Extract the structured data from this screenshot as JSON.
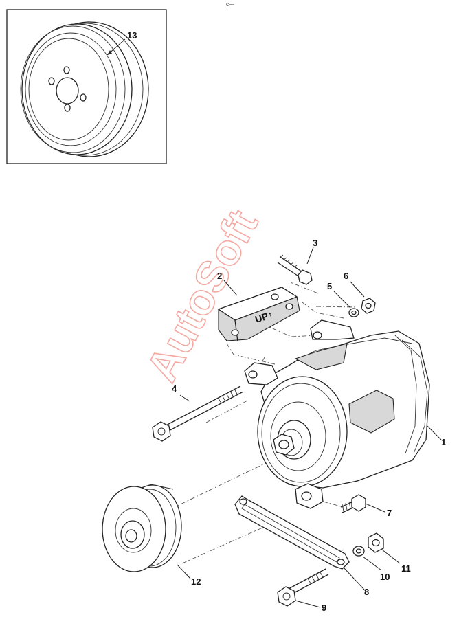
{
  "top_mark": "c—",
  "watermark": "AutoSoft",
  "bracket_mark": "UP↑",
  "callouts": [
    {
      "id": "1",
      "label": "1"
    },
    {
      "id": "2",
      "label": "2"
    },
    {
      "id": "3",
      "label": "3"
    },
    {
      "id": "4",
      "label": "4"
    },
    {
      "id": "5",
      "label": "5"
    },
    {
      "id": "6",
      "label": "6"
    },
    {
      "id": "7",
      "label": "7"
    },
    {
      "id": "8",
      "label": "8"
    },
    {
      "id": "9",
      "label": "9"
    },
    {
      "id": "10",
      "label": "10"
    },
    {
      "id": "11",
      "label": "11"
    },
    {
      "id": "12",
      "label": "12"
    },
    {
      "id": "13",
      "label": "13"
    }
  ]
}
